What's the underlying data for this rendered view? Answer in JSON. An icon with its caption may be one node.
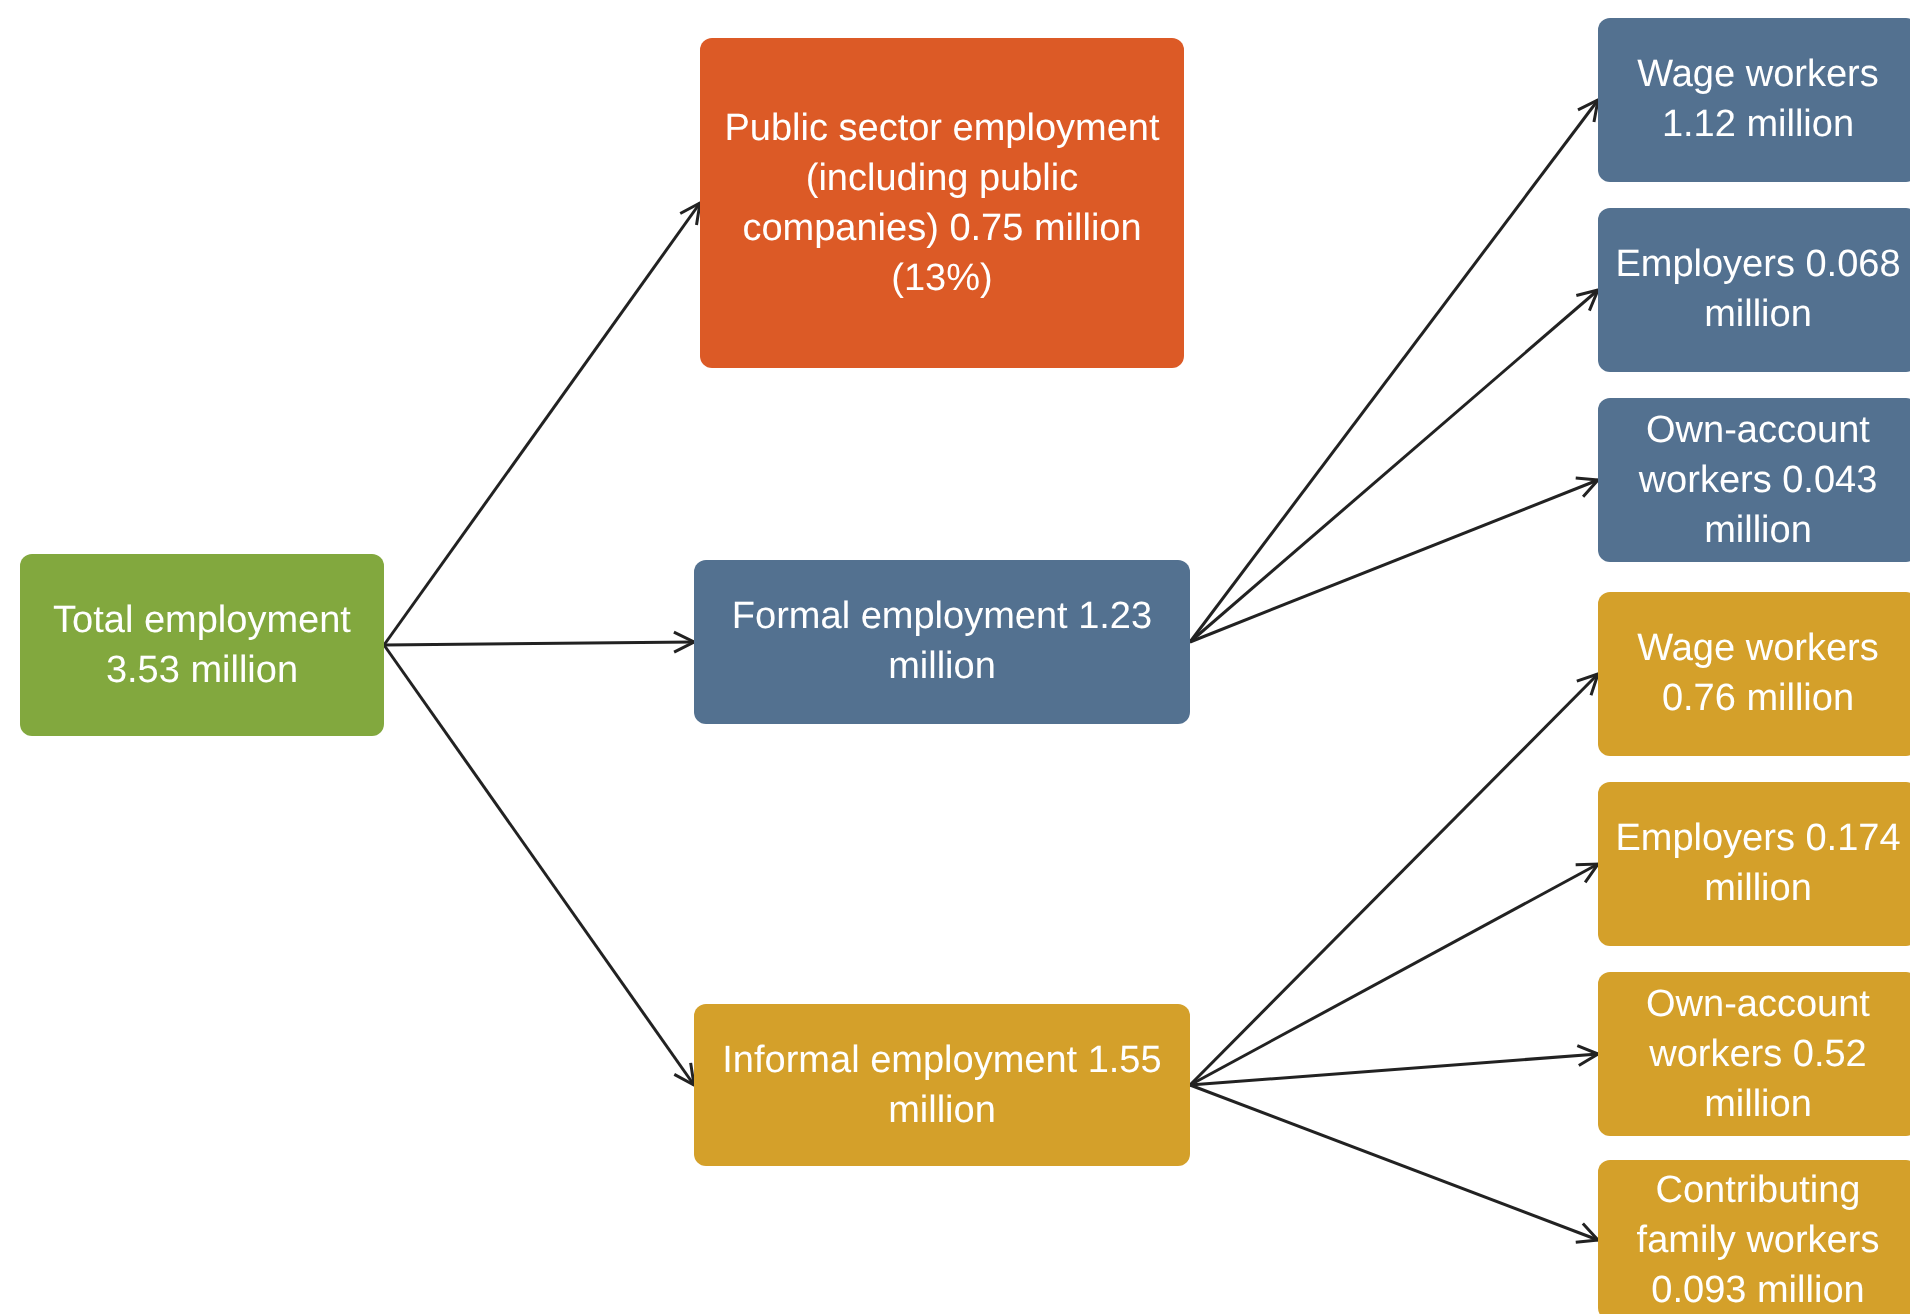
{
  "diagram": {
    "nodes": [
      {
        "text": [
          "Total employment 3.53 million"
        ]
      },
      {
        "text": [
          "Public sector employment (including public companies) 0.75 million (13%)"
        ]
      },
      {
        "text": [
          "Formal employment 1.23 million"
        ]
      },
      {
        "text": [
          "Informal employment 1.55 million"
        ]
      },
      {
        "text": [
          "Wage workers 1.12 million"
        ]
      },
      {
        "text": [
          "Employers 0.068 million"
        ]
      },
      {
        "text": [
          "Own-account workers 0.043 million"
        ]
      },
      {
        "text": [
          "Wage workers 0.76 million"
        ]
      },
      {
        "text": [
          "Employers 0.174 million"
        ]
      },
      {
        "text": [
          "Own-account workers 0.52 million"
        ]
      },
      {
        "text": [
          "Contributing family workers 0.093 million"
        ]
      }
    ],
    "edges": [
      {
        "from": 0,
        "to": 1,
        "arrow": "to"
      },
      {
        "from": 0,
        "to": 2,
        "arrow": "to"
      },
      {
        "from": 0,
        "to": 3,
        "arrow": "to"
      },
      {
        "from": 2,
        "to": 4,
        "arrow": "to"
      },
      {
        "from": 2,
        "to": 5,
        "arrow": "to"
      },
      {
        "from": 2,
        "to": 6,
        "arrow": "to"
      },
      {
        "from": 3,
        "to": 7,
        "arrow": "to"
      },
      {
        "from": 3,
        "to": 8,
        "arrow": "to"
      },
      {
        "from": 3,
        "to": 9,
        "arrow": "to"
      },
      {
        "from": 3,
        "to": 10,
        "arrow": "to"
      }
    ]
  }
}
